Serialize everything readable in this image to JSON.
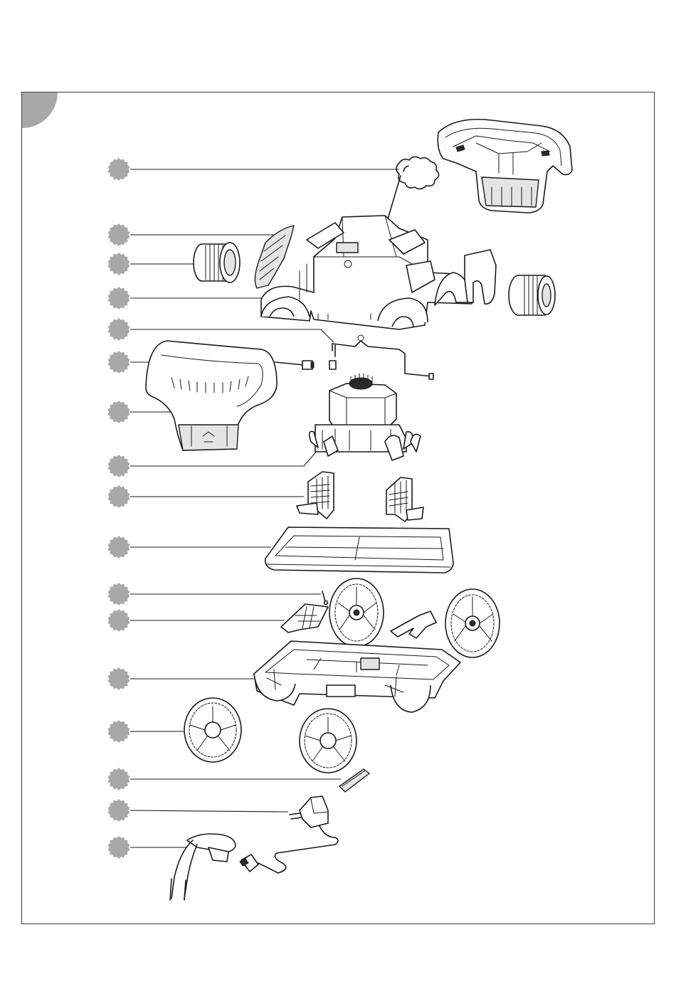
{
  "page": {
    "section_tab_color": "#a8a8a8",
    "callout_badge_color": "#a8a8a8",
    "line_color": "#1a1a1a"
  },
  "callouts": [
    {
      "part": "float-ring"
    },
    {
      "part": "side-bracket"
    },
    {
      "part": "brush-roller-left"
    },
    {
      "part": "upper-body-housing"
    },
    {
      "part": "drive-shaft"
    },
    {
      "part": "connector-plug"
    },
    {
      "part": "top-cover-panel"
    },
    {
      "part": "motor-unit"
    },
    {
      "part": "filter-flap"
    },
    {
      "part": "filter-tray"
    },
    {
      "part": "pin"
    },
    {
      "part": "small-filter"
    },
    {
      "part": "bottom-chassis"
    },
    {
      "part": "rear-wheel"
    },
    {
      "part": "scraper-blade"
    },
    {
      "part": "power-adapter"
    },
    {
      "part": "lift-handle-hook"
    }
  ]
}
